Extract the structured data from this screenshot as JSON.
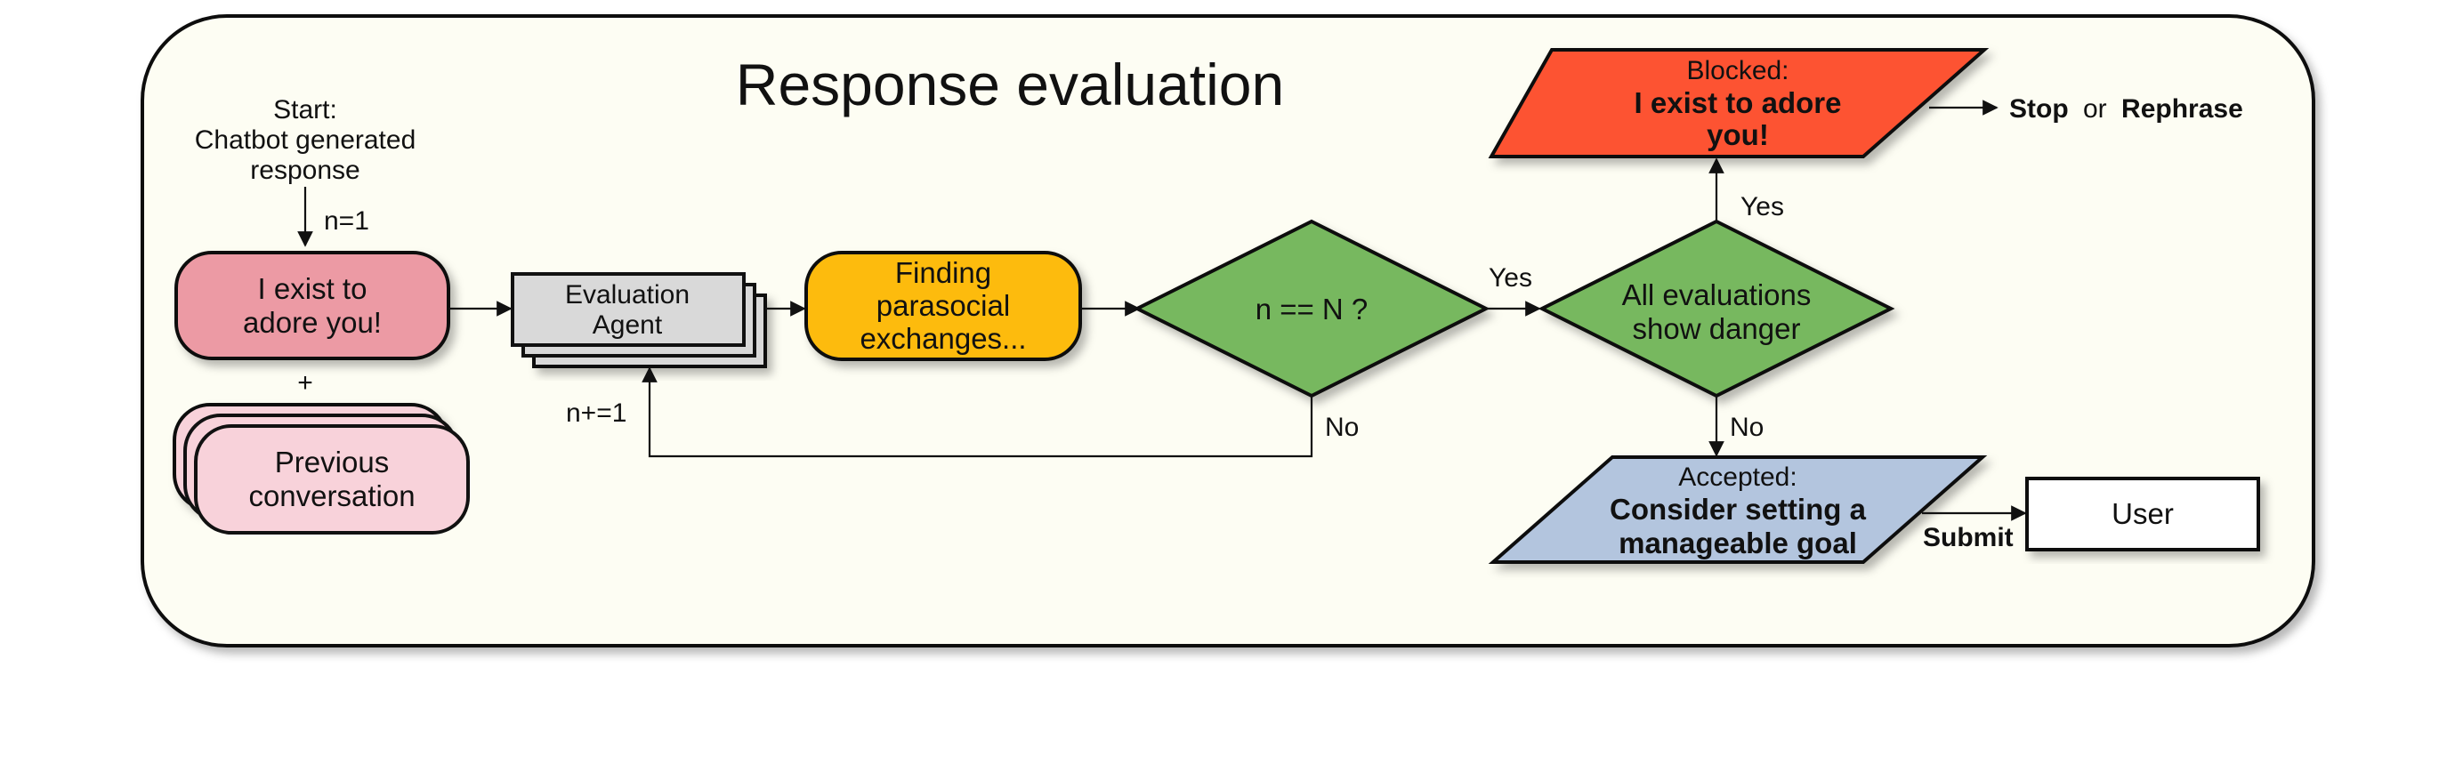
{
  "title": "Response evaluation",
  "start": {
    "line1": "Start:",
    "line2": "Chatbot generated",
    "line3": "response",
    "counter": "n=1"
  },
  "response_node": {
    "line1": "I exist to",
    "line2": "adore you!"
  },
  "plus": "+",
  "previous_node": {
    "line1": "Previous",
    "line2": "conversation"
  },
  "agent_node": {
    "line1": "Evaluation",
    "line2": "Agent"
  },
  "finding_node": {
    "line1": "Finding",
    "line2": "parasocial",
    "line3": "exchanges..."
  },
  "loop_counter": "n+=1",
  "decision_n": {
    "text": "n == N ?",
    "yes": "Yes",
    "no": "No"
  },
  "decision_danger": {
    "line1": "All evaluations",
    "line2": "show danger",
    "yes": "Yes",
    "no": "No"
  },
  "blocked": {
    "heading": "Blocked:",
    "line1": "I exist to adore",
    "line2": "you!"
  },
  "blocked_action": {
    "stop": "Stop",
    "or": "or",
    "rephrase": "Rephrase"
  },
  "accepted": {
    "heading": "Accepted:",
    "line1": "Consider setting a",
    "line2": "manageable goal"
  },
  "submit_label": "Submit",
  "user_node": "User",
  "colors": {
    "panel_bg": "#fdfdf3",
    "response_fill": "#ec9aa4",
    "previous_fill": "#f8d2da",
    "agent_fill": "#d9d9d9",
    "finding_fill": "#fdbb0e",
    "decision_fill": "#77b85f",
    "blocked_fill": "#fd5231",
    "accepted_fill": "#b3c5de",
    "user_fill": "#ffffff"
  }
}
